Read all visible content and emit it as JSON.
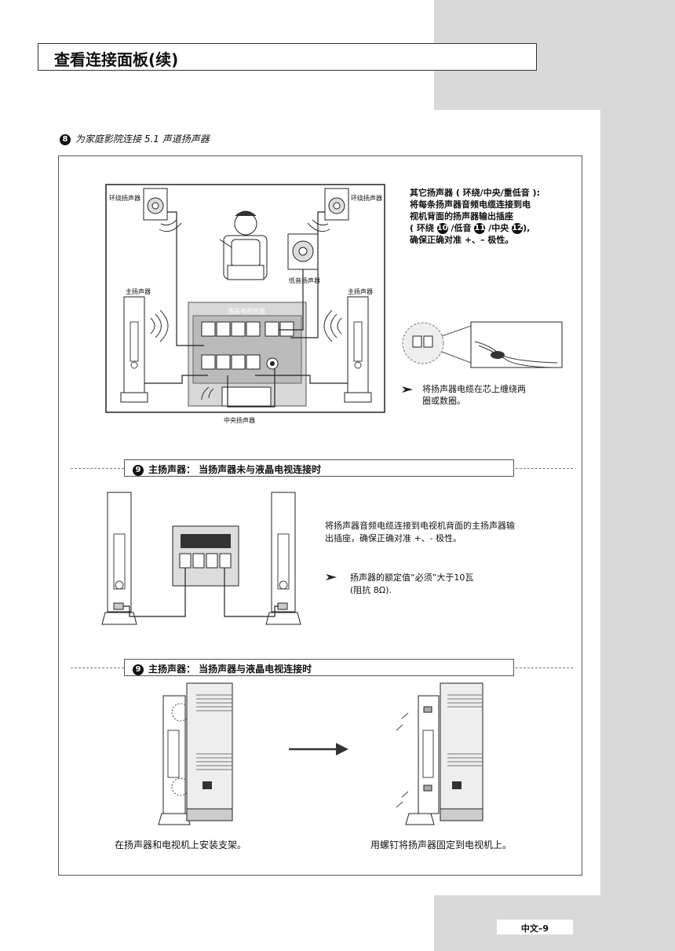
{
  "header": {
    "title": "查看连接面板(续)"
  },
  "section8": {
    "number": "8",
    "title": "为家庭影院连接 5.1 声道扬声器",
    "labels": {
      "surround_left": "环绕扬声器",
      "surround_right": "环绕扬声器",
      "subwoofer": "低音扬声器",
      "main_left": "主扬声器",
      "main_right": "主扬声器",
      "tv_back": "液晶电视背面",
      "center": "中央扬声器"
    },
    "other_speakers": {
      "heading": "其它扬声器 ( 环绕/中央/重低音 ):",
      "line1": "将每条扬声器音频电缆连接到电",
      "line2": "视机背面的扬声器输出插座",
      "line3_a": "( 环绕 ",
      "num_a": "10",
      "line3_b": " /低音 ",
      "num_b": "11",
      "line3_c": " /中央 ",
      "num_c": "12",
      "line3_d": "),",
      "line4": "确保正确对准 +、– 极性。"
    },
    "tip": {
      "line1": "将扬声器电缆在芯上缠绕两",
      "line2": "圈或数圈。"
    }
  },
  "section9a": {
    "number": "9",
    "title": "主扬声器：  当扬声器未与液晶电视连接时",
    "desc_line1": "将扬声器音频电缆连接到电视机背面的主扬声器输",
    "desc_line2": "出插座，确保正确对准 +、- 极性。",
    "tip_line1": "扬声器的额定值“必须”大于10瓦",
    "tip_line2": "(阻抗 8Ω)."
  },
  "section9b": {
    "number": "9",
    "title": "主扬声器：  当扬声器与液晶电视连接时",
    "caption_left": "在扬声器和电视机上安装支架。",
    "caption_right": "用螺钉将扬声器固定到电视机上。"
  },
  "footer": {
    "page": "中文–9"
  }
}
